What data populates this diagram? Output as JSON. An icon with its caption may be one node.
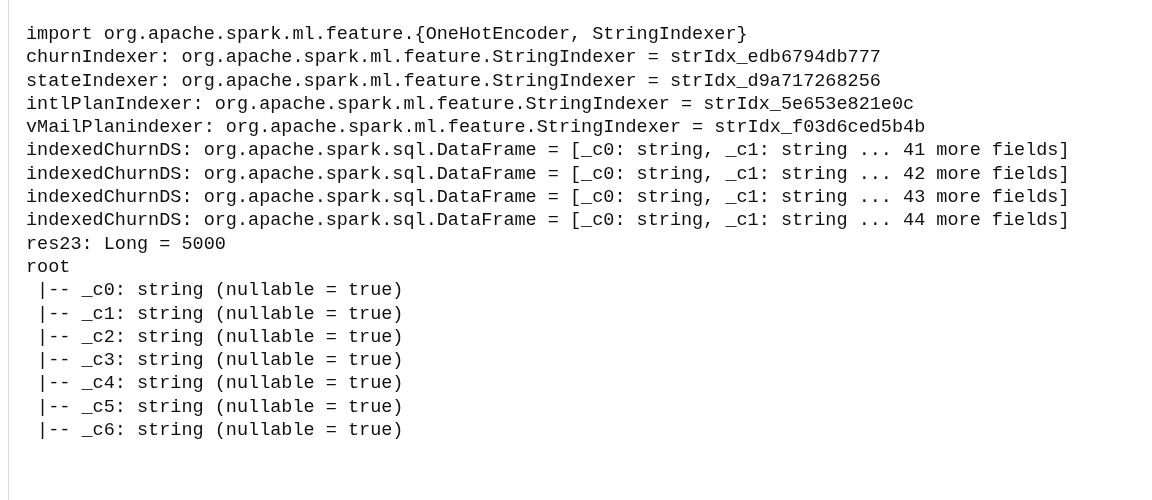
{
  "diagram": {
    "labels": [
      "import org.apache.spark.ml.feature.{OneHotEncoder, StringIndexer}",
      "churnIndexer: org.apache.spark.ml.feature.StringIndexer = strIdx_edb6794db777",
      "stateIndexer: org.apache.spark.ml.feature.StringIndexer = strIdx_d9a717268256",
      "intlPlanIndexer: org.apache.spark.ml.feature.StringIndexer = strIdx_5e653e821e0c",
      "vMailPlanindexer: org.apache.spark.ml.feature.StringIndexer = strIdx_f03d6ced5b4b",
      "indexedChurnDS: org.apache.spark.sql.DataFrame = [_c0: string, _c1: string ... 41 more fields]",
      "indexedChurnDS: org.apache.spark.sql.DataFrame = [_c0: string, _c1: string ... 42 more fields]",
      "indexedChurnDS: org.apache.spark.sql.DataFrame = [_c0: string, _c1: string ... 43 more fields]",
      "indexedChurnDS: org.apache.spark.sql.DataFrame = [_c0: string, _c1: string ... 44 more fields]",
      "res23: Long = 5000",
      "root",
      " |-- _c0: string (nullable = true)",
      " |-- _c1: string (nullable = true)",
      " |-- _c2: string (nullable = true)",
      " |-- _c3: string (nullable = true)",
      " |-- _c4: string (nullable = true)",
      " |-- _c5: string (nullable = true)",
      " |-- _c6: string (nullable = true)"
    ]
  }
}
